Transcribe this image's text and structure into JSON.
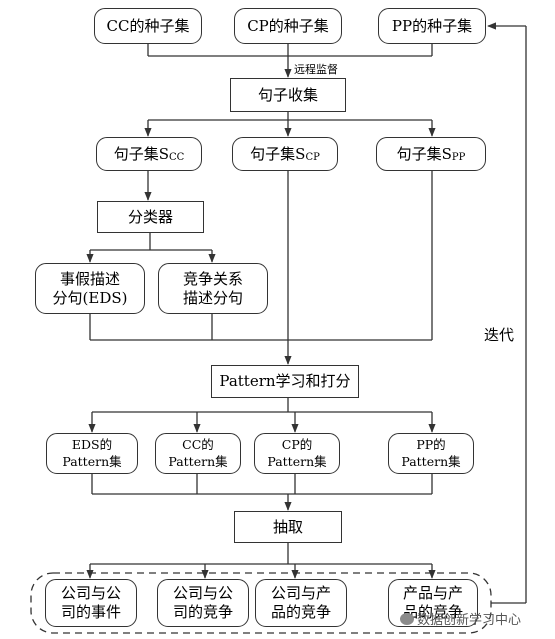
{
  "nodes": {
    "seed_cc": "CC的种子集",
    "seed_cp": "CP的种子集",
    "seed_pp": "PP的种子集",
    "sentence_collection": "句子收集",
    "set_cc": {
      "base": "句子集S",
      "sub": "CC"
    },
    "set_cp": {
      "base": "句子集S",
      "sub": "CP"
    },
    "set_pp": {
      "base": "句子集S",
      "sub": "PP"
    },
    "classifier": "分类器",
    "eds_sentence": "事假描述\n分句(EDS)",
    "competition_sentence": "竞争关系\n描述分句",
    "pattern_learning": "Pattern学习和打分",
    "eds_pattern": "EDS的\nPattern集",
    "cc_pattern": "CC的\nPattern集",
    "cp_pattern": "CP的\nPattern集",
    "pp_pattern": "PP的\nPattern集",
    "extraction": "抽取",
    "out_company_event": "公司与公\n司的事件",
    "out_company_competition": "公司与公\n司的竞争",
    "out_company_product": "公司与产\n品的竞争",
    "out_product_product": "产品与产\n品的竞争"
  },
  "labels": {
    "remote_supervision": "远程监督",
    "iteration": "迭代"
  },
  "watermark": "数据创新学习中心"
}
